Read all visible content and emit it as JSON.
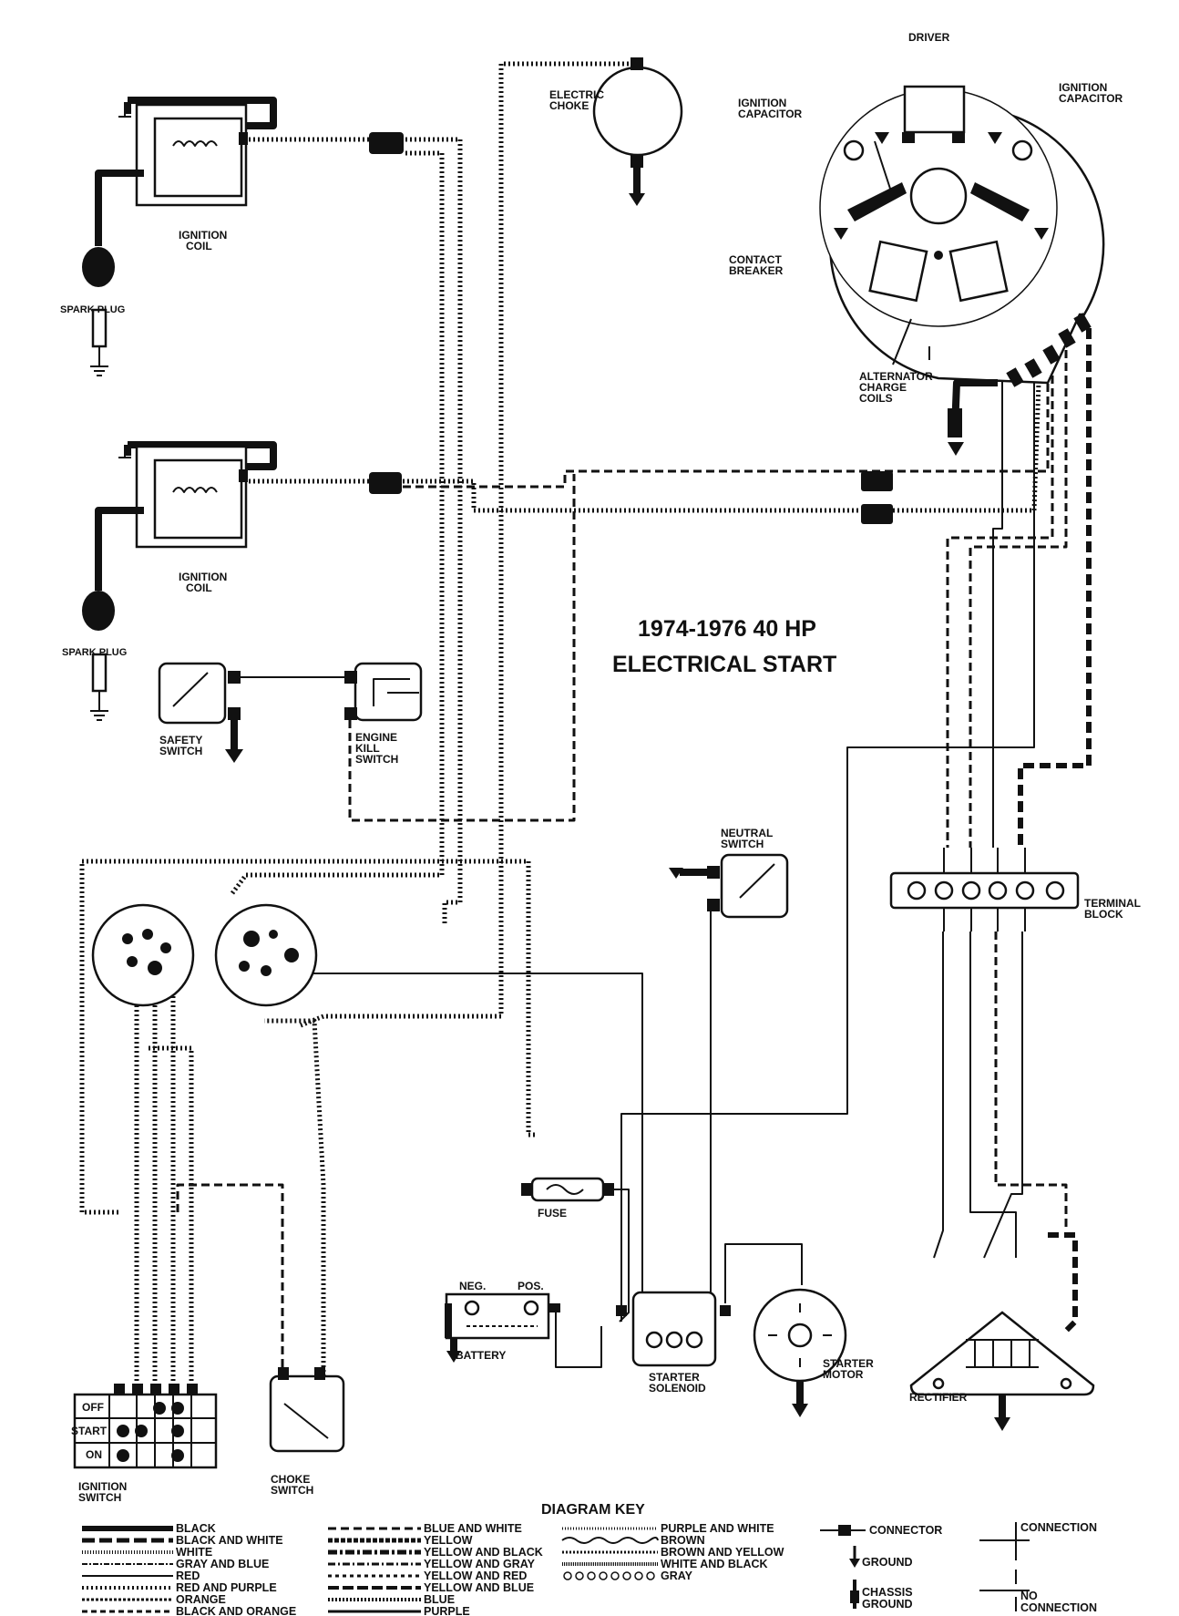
{
  "title": {
    "line1": "1974-1976 40 HP",
    "line2": "ELECTRICAL START"
  },
  "components": {
    "ignition_coil_1": [
      "IGNITION",
      "COIL"
    ],
    "spark_plug_1": "SPARK PLUG",
    "ignition_coil_2": [
      "IGNITION",
      "COIL"
    ],
    "spark_plug_2": "SPARK PLUG",
    "electric_choke": [
      "ELECTRIC",
      "CHOKE"
    ],
    "driver": "DRIVER",
    "ignition_capacitor_left": [
      "IGNITION",
      "CAPACITOR"
    ],
    "ignition_capacitor_right": [
      "IGNITION",
      "CAPACITOR"
    ],
    "contact_breaker": [
      "CONTACT",
      "BREAKER"
    ],
    "alternator_charge_coils": [
      "ALTERNATOR",
      "CHARGE",
      "COILS"
    ],
    "safety_switch": [
      "SAFETY",
      "SWITCH"
    ],
    "engine_kill_switch": [
      "ENGINE",
      "KILL",
      "SWITCH"
    ],
    "neutral_switch": [
      "NEUTRAL",
      "SWITCH"
    ],
    "terminal_block": [
      "TERMINAL",
      "BLOCK"
    ],
    "fuse": "FUSE",
    "battery": "BATTERY",
    "battery_neg": "NEG.",
    "battery_pos": "POS.",
    "starter_solenoid": [
      "STARTER",
      "SOLENOID"
    ],
    "starter_motor": [
      "STARTER",
      "MOTOR"
    ],
    "rectifier": "RECTIFIER",
    "ignition_switch": [
      "IGNITION",
      "SWITCH"
    ],
    "ignition_switch_positions": [
      "OFF",
      "START",
      "ON"
    ],
    "choke_switch": [
      "CHOKE",
      "SWITCH"
    ]
  },
  "key": {
    "title": "DIAGRAM KEY",
    "col1": [
      "BLACK",
      "BLACK AND WHITE",
      "WHITE",
      "GRAY AND BLUE",
      "RED",
      "RED AND PURPLE",
      "ORANGE",
      "BLACK AND ORANGE"
    ],
    "col2": [
      "BLUE AND WHITE",
      "YELLOW",
      "YELLOW AND BLACK",
      "YELLOW AND GRAY",
      "YELLOW AND RED",
      "YELLOW AND BLUE",
      "BLUE",
      "PURPLE"
    ],
    "col3": [
      "PURPLE AND WHITE",
      "BROWN",
      "BROWN AND YELLOW",
      "WHITE AND BLACK",
      "GRAY"
    ],
    "col4": [
      "CONNECTOR",
      "GROUND",
      "CHASSIS",
      "GROUND"
    ],
    "col5": [
      "CONNECTION",
      "NO",
      "CONNECTION"
    ]
  }
}
